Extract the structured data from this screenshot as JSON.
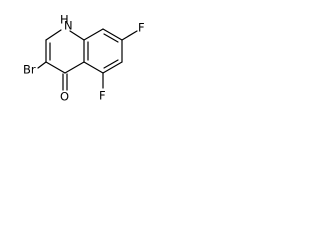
{
  "molecule": {
    "atoms": {
      "nh": "H",
      "n1": "N",
      "br": "Br",
      "o": "O",
      "f5": "F",
      "f7": "F"
    }
  }
}
